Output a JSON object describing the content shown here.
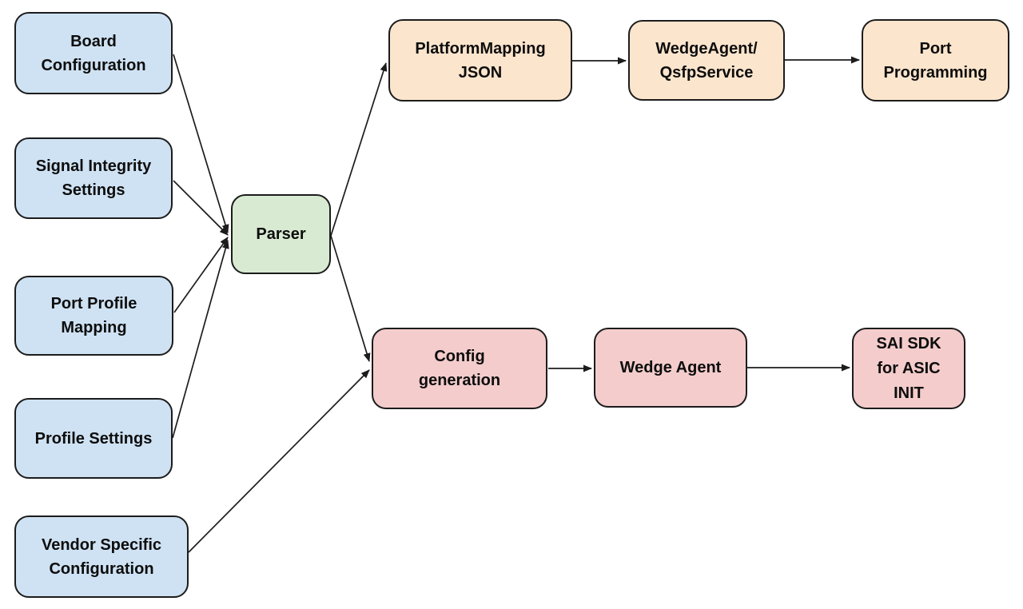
{
  "diagram": {
    "palette": {
      "input_fill": "#cfe2f3",
      "parser_fill": "#d9ead3",
      "platform_chain_fill": "#fce5cd",
      "config_chain_fill": "#f4cccc",
      "border": "#1c1c1c",
      "arrow": "#1c1c1c",
      "text": "#0d0d0d",
      "background": "#ffffff"
    },
    "nodes": [
      {
        "id": "board-configuration",
        "label": "Board\nConfiguration",
        "kind": "input"
      },
      {
        "id": "signal-integrity-settings",
        "label": "Signal Integrity\nSettings",
        "kind": "input"
      },
      {
        "id": "port-profile-mapping",
        "label": "Port Profile\nMapping",
        "kind": "input"
      },
      {
        "id": "profile-settings",
        "label": "Profile Settings",
        "kind": "input"
      },
      {
        "id": "vendor-specific-configuration",
        "label": "Vendor Specific\nConfiguration",
        "kind": "input"
      },
      {
        "id": "parser",
        "label": "Parser",
        "kind": "parser"
      },
      {
        "id": "platformmapping-json",
        "label": "PlatformMapping\nJSON",
        "kind": "platform"
      },
      {
        "id": "wedgeagent-qsfpservice",
        "label": "WedgeAgent/\nQsfpService",
        "kind": "platform"
      },
      {
        "id": "port-programming",
        "label": "Port\nProgramming",
        "kind": "platform"
      },
      {
        "id": "config-generation",
        "label": "Config\ngeneration",
        "kind": "config"
      },
      {
        "id": "wedge-agent",
        "label": "Wedge Agent",
        "kind": "config"
      },
      {
        "id": "sai-sdk-for-asic-init",
        "label": "SAI SDK\nfor ASIC\nINIT",
        "kind": "config"
      }
    ],
    "edges": [
      {
        "from": "board-configuration",
        "to": "parser"
      },
      {
        "from": "signal-integrity-settings",
        "to": "parser"
      },
      {
        "from": "port-profile-mapping",
        "to": "parser"
      },
      {
        "from": "profile-settings",
        "to": "parser"
      },
      {
        "from": "vendor-specific-configuration",
        "to": "config-generation"
      },
      {
        "from": "parser",
        "to": "platformmapping-json"
      },
      {
        "from": "parser",
        "to": "config-generation"
      },
      {
        "from": "platformmapping-json",
        "to": "wedgeagent-qsfpservice"
      },
      {
        "from": "wedgeagent-qsfpservice",
        "to": "port-programming"
      },
      {
        "from": "config-generation",
        "to": "wedge-agent"
      },
      {
        "from": "wedge-agent",
        "to": "sai-sdk-for-asic-init"
      }
    ]
  }
}
